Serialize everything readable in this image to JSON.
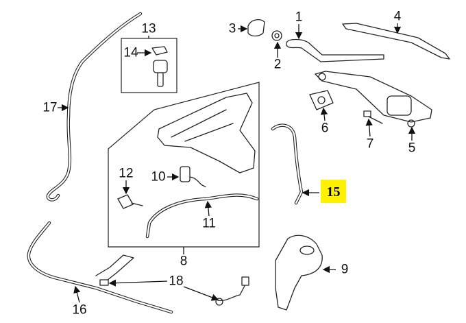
{
  "diagram": {
    "callouts": {
      "c1": "1",
      "c2": "2",
      "c3": "3",
      "c4": "4",
      "c5": "5",
      "c6": "6",
      "c7": "7",
      "c8": "8",
      "c9": "9",
      "c10": "10",
      "c11": "11",
      "c12": "12",
      "c13": "13",
      "c14": "14",
      "c15": "15",
      "c16": "16",
      "c17": "17",
      "c18": "18"
    },
    "highlighted_callout": "15",
    "highlight_color": "#fff200"
  }
}
